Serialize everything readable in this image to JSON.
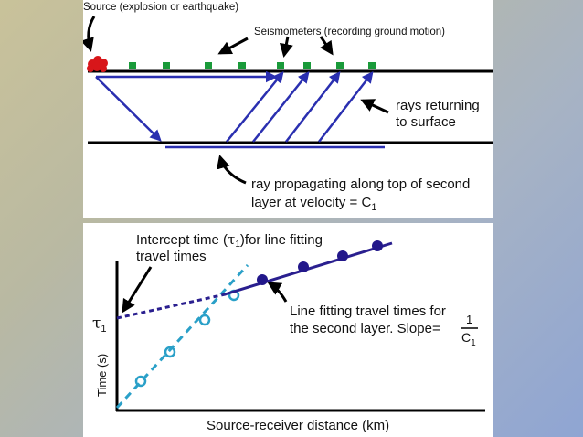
{
  "top_panel": {
    "source_label": "Source (explosion or earthquake)",
    "seismometers_label": "Seismometers (recording ground motion)",
    "rays_label_line1": "rays returning",
    "rays_label_line2": "to surface",
    "propagating_line1": "ray propagating along top of second",
    "propagating_line2": "layer at velocity = C",
    "propagating_sub": "1",
    "colors": {
      "ray": "#2a2fb0",
      "seismometer": "#1a9a3a",
      "source": "#d8161a",
      "layer": "#000000"
    }
  },
  "bottom_panel": {
    "intercept_line1": "Intercept time (",
    "intercept_tau": "τ",
    "intercept_sub": "1",
    "intercept_rest": ")for line fitting",
    "intercept_line2": "travel times",
    "tau_axis_label": "τ",
    "tau_axis_sub": "1",
    "line_fit_line1": "Line fitting travel times for",
    "line_fit_line2": "the second layer.  Slope=",
    "slope_numerator": "1",
    "slope_denominator": "C",
    "slope_denominator_sub": "1",
    "y_axis_label": "Time (s)",
    "x_axis_label": "Source-receiver distance (km)",
    "colors": {
      "direct": "#2aa0c8",
      "refracted": "#2a1f8f",
      "axis": "#000000"
    }
  }
}
